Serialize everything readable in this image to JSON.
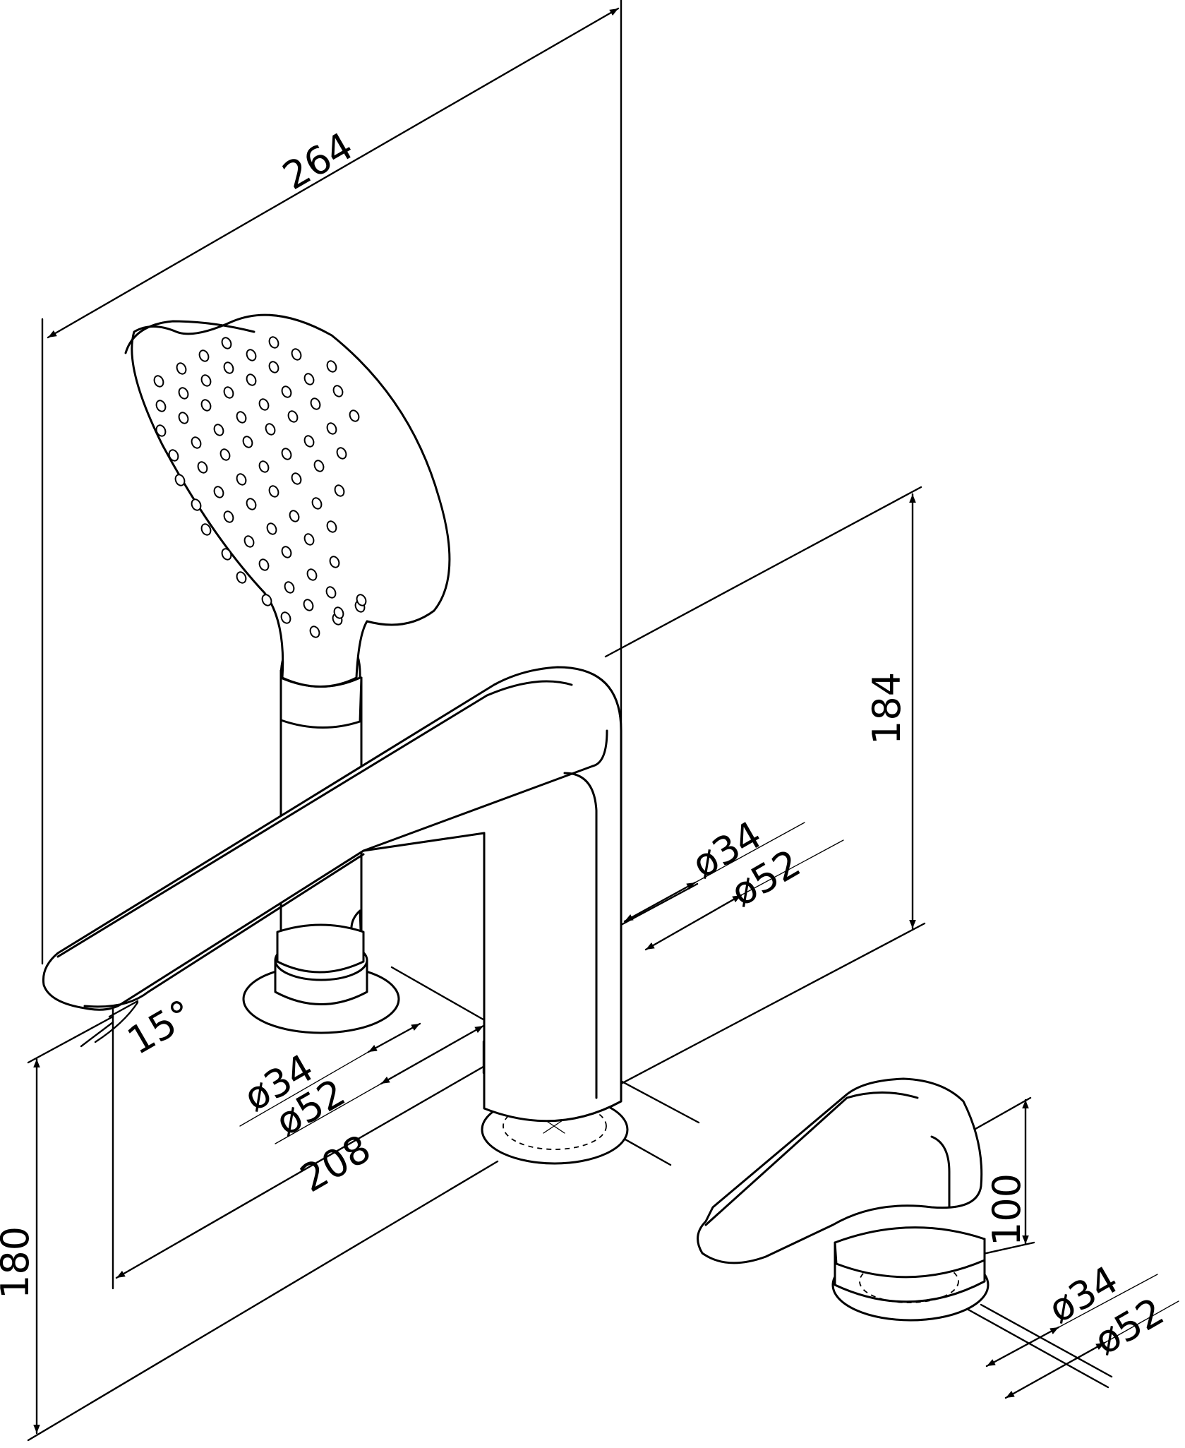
{
  "dimensions": {
    "overall_length": "264",
    "spout_height": "184",
    "total_height": "180",
    "spout_reach": "208",
    "handle_height": "100",
    "angle": "15°",
    "shower_inner_diameter": "ø34",
    "shower_outer_diameter": "ø52",
    "spout_inner_diameter": "ø34",
    "spout_outer_diameter": "ø52",
    "lever_inner_diameter": "ø34",
    "lever_outer_diameter": "ø52"
  },
  "colors": {
    "line": "#000000",
    "background": "#ffffff"
  }
}
